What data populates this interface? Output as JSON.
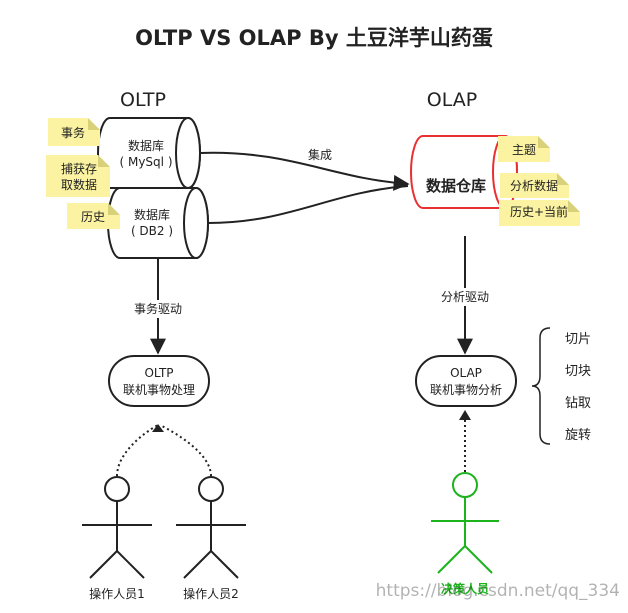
{
  "title": "OLTP VS OLAP  By 土豆洋芋山药蛋",
  "oltp": {
    "header": "OLTP",
    "db1_line1": "数据库",
    "db1_line2": "( MySql )",
    "db2_line1": "数据库",
    "db2_line2": "( DB2 )",
    "note_shiwu": "事务",
    "note_capture_line1": "捕获存",
    "note_capture_line2": "取数据",
    "note_history": "历史",
    "edge_label": "事务驱动",
    "process_line1": "OLTP",
    "process_line2": "联机事物处理",
    "operator1": "操作人员1",
    "operator2": "操作人员2"
  },
  "olap": {
    "header": "OLAP",
    "warehouse": "数据仓库",
    "note_topic": "主题",
    "note_analysis": "分析数据",
    "note_history_current": "历史+当前",
    "edge_label": "分析驱动",
    "process_line1": "OLAP",
    "process_line2": "联机事物分析",
    "operations": [
      "切片",
      "切块",
      "钻取",
      "旋转"
    ],
    "decision_maker": "决策人员"
  },
  "integration_label": "集成",
  "watermark": "https://blog.csdn.net/qq_334",
  "colors": {
    "note": "#fbf3a2",
    "note_fold": "#d9d17a",
    "warehouse_border": "#e83030",
    "decision": "#1db31d",
    "stroke": "#222222"
  }
}
